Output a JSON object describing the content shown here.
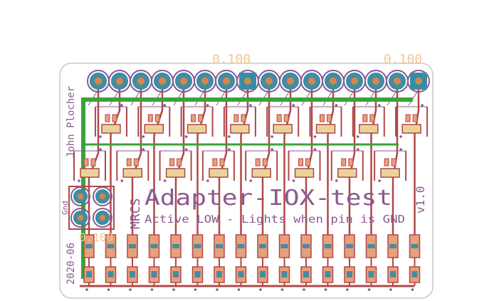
{
  "board": {
    "title": "Adapter-IOX-test",
    "subtitle": "Active LOW - Lights when pin is GND",
    "author": "John Plocher",
    "date": "2020-06",
    "logo_text": "MRCS",
    "version": "v1.0",
    "gnd_label": "Gnd",
    "pitch_left": "0.100",
    "pitch_right": "0.100",
    "pitch_conn": "0.100"
  },
  "colors": {
    "background": "#ffffff",
    "outline": "#c8c8c8",
    "top_copper": "#b04848",
    "bottom_copper": "#4a8aa0",
    "ground_trace": "#39a339",
    "pad_copper": "#d08a4a",
    "pad_square": "#2f8fa8",
    "silk_text": "#8a5a8f",
    "pitch_text": "#f0c890",
    "smd_pad": "#e8a07a",
    "led_body": "#ead39a"
  },
  "header_pin_count": 16,
  "led_channel_count": 16
}
